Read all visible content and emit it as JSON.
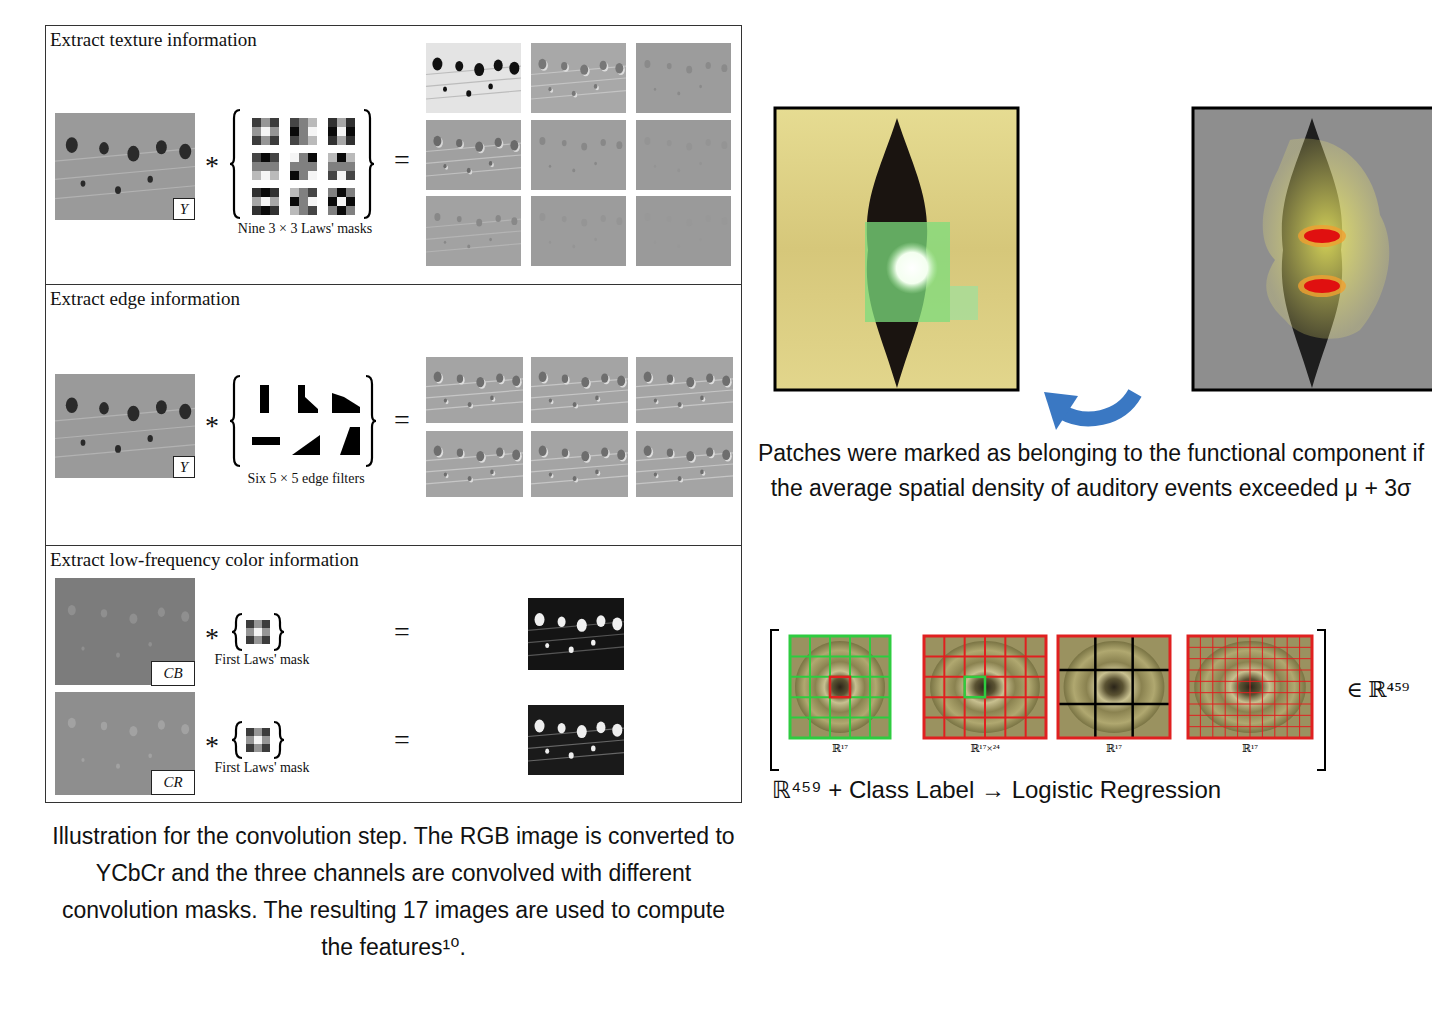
{
  "diagram": {
    "caption": "Illustration for the convolution step. The RGB image is converted to YCbCr and the three channels are convolved with different convolution masks. The resulting 17 images are used to compute the features¹⁰.",
    "nodes": [
      {
        "text": [
          "Extract texture information"
        ]
      },
      {
        "text": [
          "Extract edge information"
        ]
      },
      {
        "text": [
          "Extract low-frequency color information"
        ]
      },
      {
        "text": [
          "Y"
        ],
        "in": 0
      },
      {
        "text": [
          "Y"
        ],
        "in": 1
      },
      {
        "text": [
          "CB"
        ],
        "in": 2
      },
      {
        "text": [
          "CR"
        ],
        "in": 2
      }
    ],
    "labels": [
      "*",
      "=",
      "Nine 3 × 3 Laws' masks",
      "*",
      "=",
      "Six 5 × 5 edge filters",
      "*",
      "=",
      "First Laws' mask",
      "*",
      "=",
      "First Laws' mask",
      "Patches were marked as belonging to the functional component if the average spatial density of auditory events exceeded μ + 3σ",
      "ℝ¹⁷",
      "ℝ¹⁷×²⁴",
      "ℝ¹⁷",
      "ℝ¹⁷",
      "∈ ℝ⁴⁵⁹",
      "ℝ⁴⁵⁹ + Class Label → Logistic Regression"
    ]
  }
}
